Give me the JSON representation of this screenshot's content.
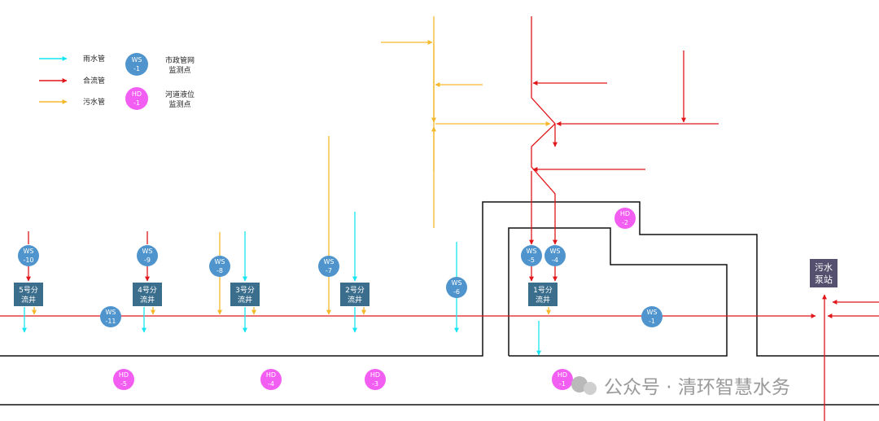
{
  "legend": {
    "rain_pipe": "雨水管",
    "combined_pipe": "合流管",
    "sewage_pipe": "污水管",
    "municipal_point": {
      "code": "WS",
      "num": "-1",
      "line1": "市政管网",
      "line2": "监测点"
    },
    "river_point": {
      "code": "HD",
      "num": "-1",
      "line1": "河道液位",
      "line2": "监测点"
    }
  },
  "colors": {
    "rain": "#17e6f2",
    "combined": "#e0161a",
    "sewage": "#f5b82a",
    "ws_fill": "#4f94cc",
    "hd_fill": "#f25ef2",
    "well_fill": "#3b6e8c",
    "station_fill": "#55506e",
    "outline": "#111111"
  },
  "wells": [
    {
      "line1": "5号分",
      "line2": "流井"
    },
    {
      "line1": "4号分",
      "line2": "流井"
    },
    {
      "line1": "3号分",
      "line2": "流井"
    },
    {
      "line1": "2号分",
      "line2": "流井"
    },
    {
      "line1": "1号分",
      "line2": "流井"
    }
  ],
  "ws_points": [
    {
      "code": "WS",
      "num": "-10"
    },
    {
      "code": "WS",
      "num": "-9"
    },
    {
      "code": "WS",
      "num": "-8"
    },
    {
      "code": "WS",
      "num": "-7"
    },
    {
      "code": "WS",
      "num": "-6"
    },
    {
      "code": "WS",
      "num": "-5"
    },
    {
      "code": "WS",
      "num": "-4"
    },
    {
      "code": "WS",
      "num": "-11"
    },
    {
      "code": "WS",
      "num": "-1"
    }
  ],
  "hd_points": [
    {
      "code": "HD",
      "num": "-2"
    },
    {
      "code": "HD",
      "num": "-5"
    },
    {
      "code": "HD",
      "num": "-4"
    },
    {
      "code": "HD",
      "num": "-3"
    },
    {
      "code": "HD",
      "num": "-1"
    }
  ],
  "pump_station": {
    "line1": "污水",
    "line2": "泵站"
  },
  "watermark": "公众号 · 清环智慧水务"
}
